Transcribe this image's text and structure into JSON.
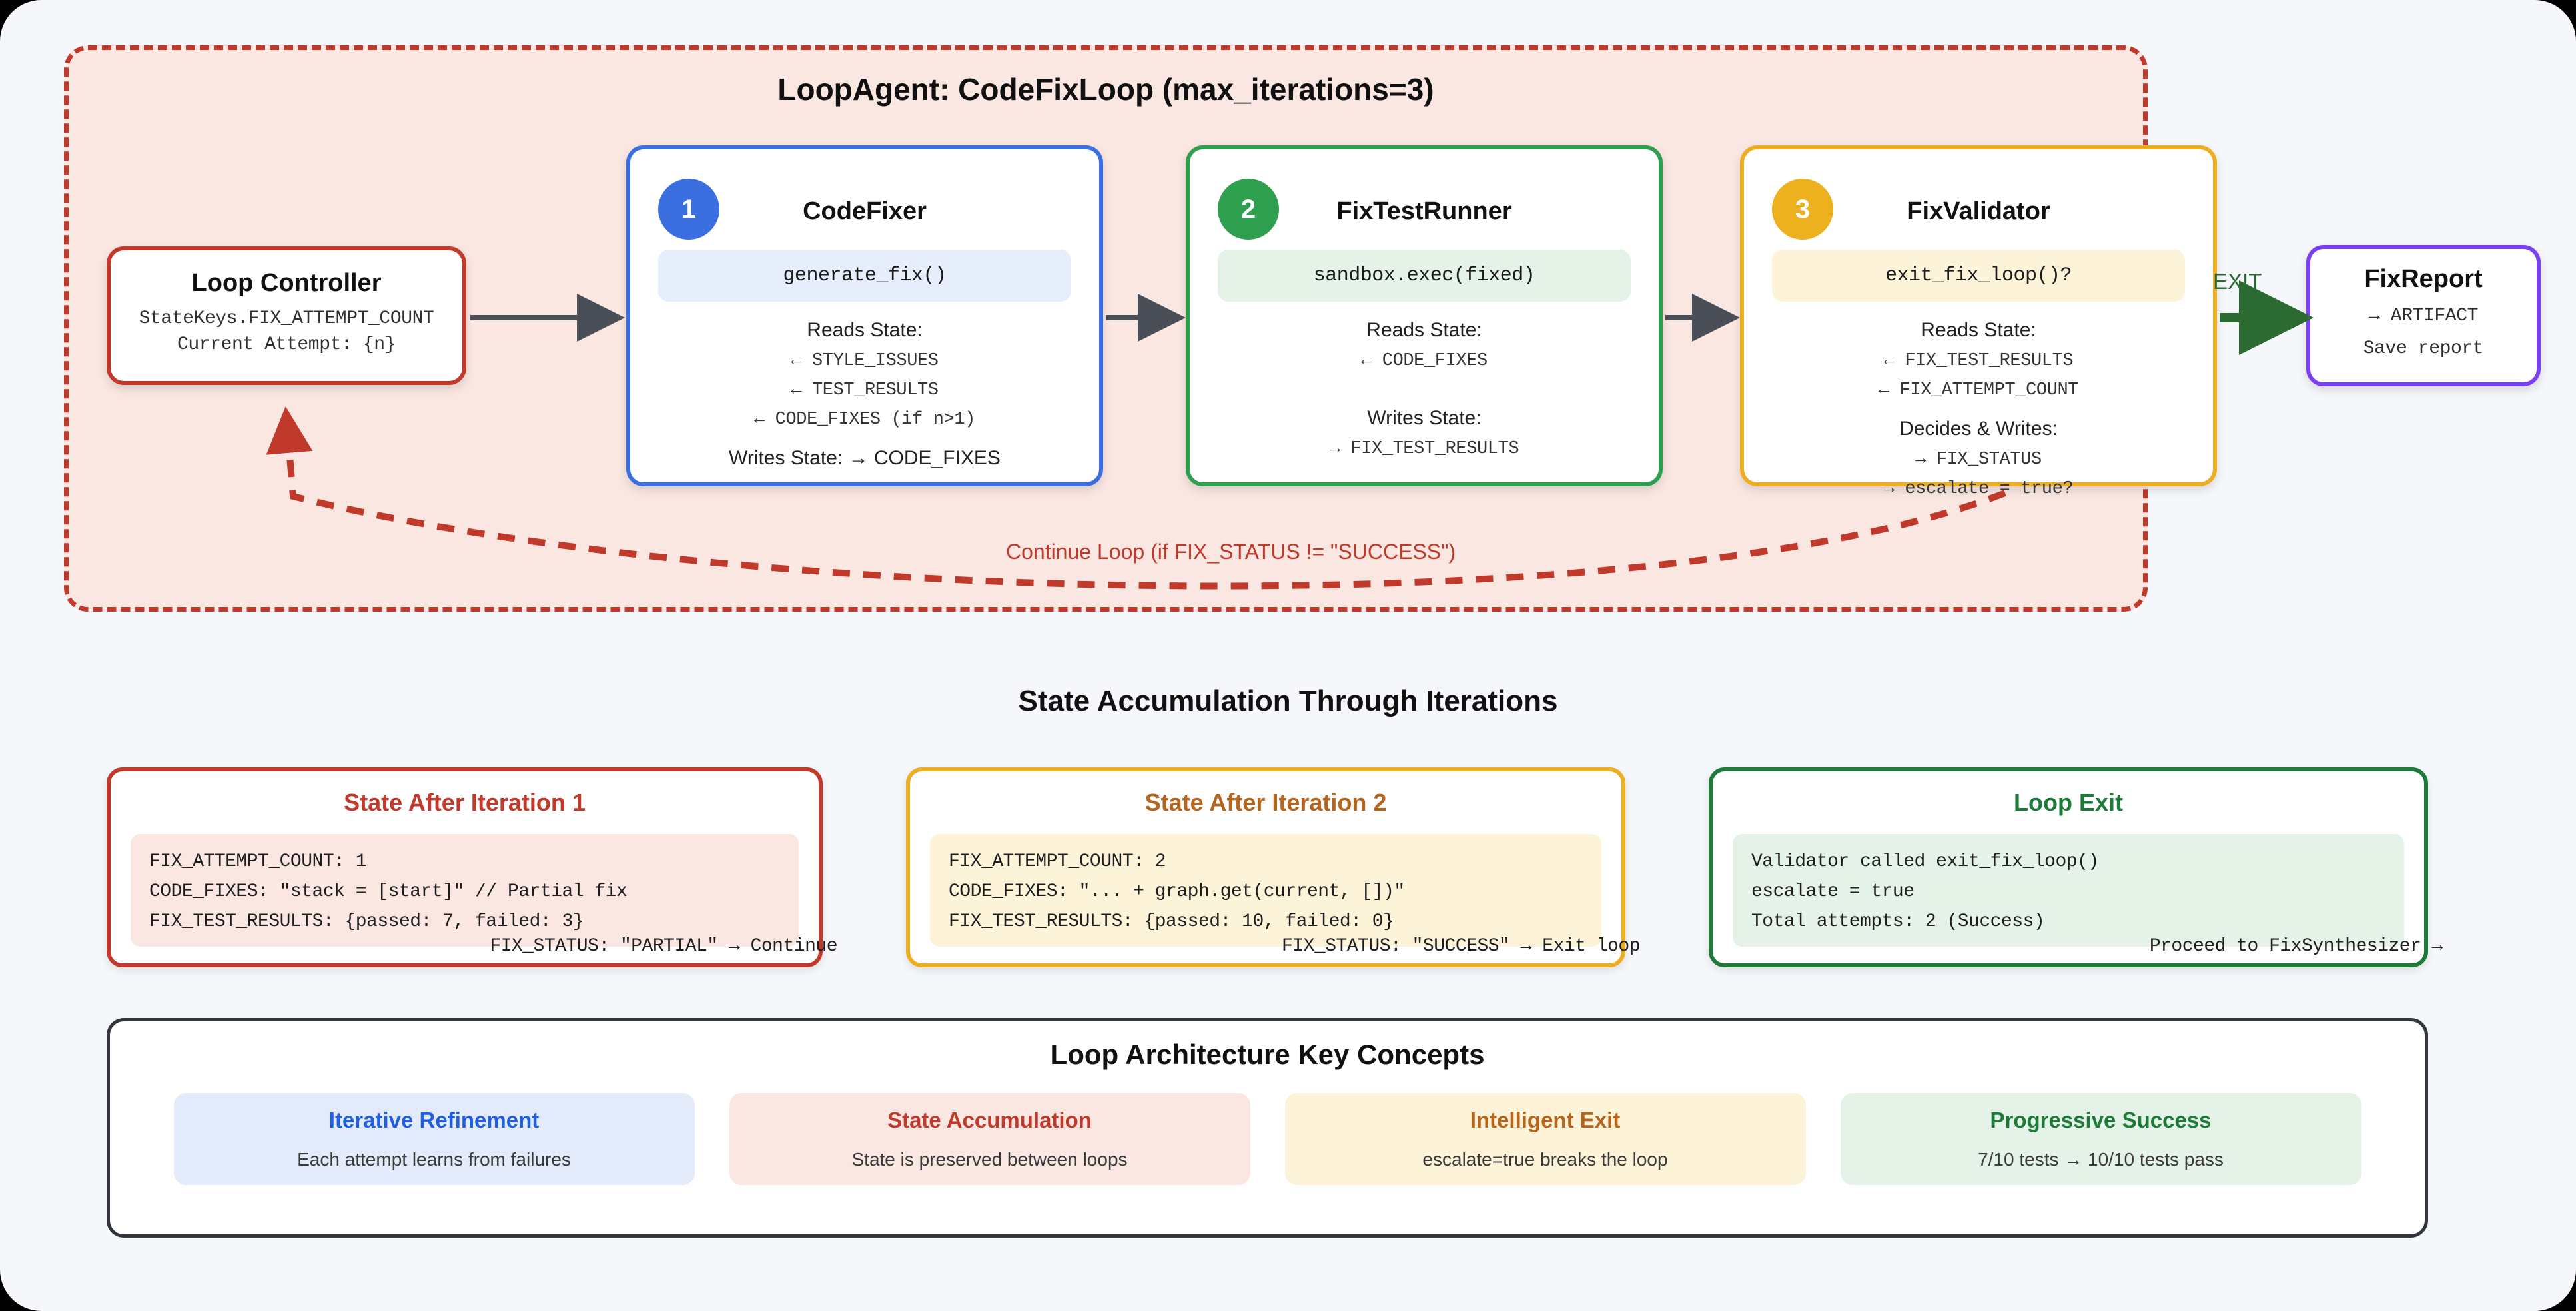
{
  "loop": {
    "title": "LoopAgent: CodeFixLoop (max_iterations=3)",
    "continue_label": "Continue Loop (if FIX_STATUS != \"SUCCESS\")",
    "exit_label": "EXIT"
  },
  "loop_controller": {
    "title": "Loop Controller",
    "line1": "StateKeys.FIX_ATTEMPT_COUNT",
    "line2": "Current Attempt: {n}"
  },
  "agents": [
    {
      "badge": "1",
      "title": "CodeFixer",
      "code": "generate_fix()",
      "reads_label": "Reads State:",
      "reads": [
        "← STYLE_ISSUES",
        "← TEST_RESULTS",
        "← CODE_FIXES (if n>1)"
      ],
      "writes_inline": "Writes State: → CODE_FIXES",
      "accent": "#3b6fe0"
    },
    {
      "badge": "2",
      "title": "FixTestRunner",
      "code": "sandbox.exec(fixed)",
      "reads_label": "Reads State:",
      "reads": [
        "← CODE_FIXES"
      ],
      "writes_label": "Writes State:",
      "writes": [
        "→ FIX_TEST_RESULTS"
      ],
      "accent": "#2e9e4f"
    },
    {
      "badge": "3",
      "title": "FixValidator",
      "code": "exit_fix_loop()?",
      "reads_label": "Reads State:",
      "reads": [
        "← FIX_TEST_RESULTS",
        "← FIX_ATTEMPT_COUNT"
      ],
      "writes_label": "Decides & Writes:",
      "writes": [
        "→ FIX_STATUS",
        "→ escalate = true?"
      ],
      "accent": "#edb01f"
    }
  ],
  "fix_report": {
    "title": "FixReport",
    "line1": "→ ARTIFACT",
    "line2": "Save report"
  },
  "section_heading": "State Accumulation Through Iterations",
  "state_cards": [
    {
      "title": "State After Iteration 1",
      "lines": [
        "FIX_ATTEMPT_COUNT: 1",
        "CODE_FIXES: \"stack = [start]\" // Partial fix",
        "FIX_TEST_RESULTS: {passed: 7, failed: 3}"
      ],
      "footer": "FIX_STATUS: \"PARTIAL\" → Continue",
      "accent": "#c0392b"
    },
    {
      "title": "State After Iteration 2",
      "lines": [
        "FIX_ATTEMPT_COUNT: 2",
        "CODE_FIXES: \"... + graph.get(current, [])\"",
        "FIX_TEST_RESULTS: {passed: 10, failed: 0}"
      ],
      "footer": "FIX_STATUS: \"SUCCESS\" → Exit loop",
      "accent": "#eeae22"
    },
    {
      "title": "Loop Exit",
      "lines": [
        "Validator called exit_fix_loop()",
        "escalate = true",
        "Total attempts: 2 (Success)"
      ],
      "footer": "Proceed to FixSynthesizer →",
      "accent": "#1e7a38"
    }
  ],
  "key_concepts": {
    "title": "Loop Architecture Key Concepts",
    "items": [
      {
        "heading": "Iterative Refinement",
        "subtitle": "Each attempt learns from failures",
        "color": "#1f5fe0"
      },
      {
        "heading": "State Accumulation",
        "subtitle": "State is preserved between loops",
        "color": "#c0392b"
      },
      {
        "heading": "Intelligent Exit",
        "subtitle": "escalate=true breaks the loop",
        "color": "#b5651d"
      },
      {
        "heading": "Progressive Success",
        "subtitle": "7/10 tests → 10/10 tests pass",
        "color": "#1e7a38"
      }
    ]
  }
}
